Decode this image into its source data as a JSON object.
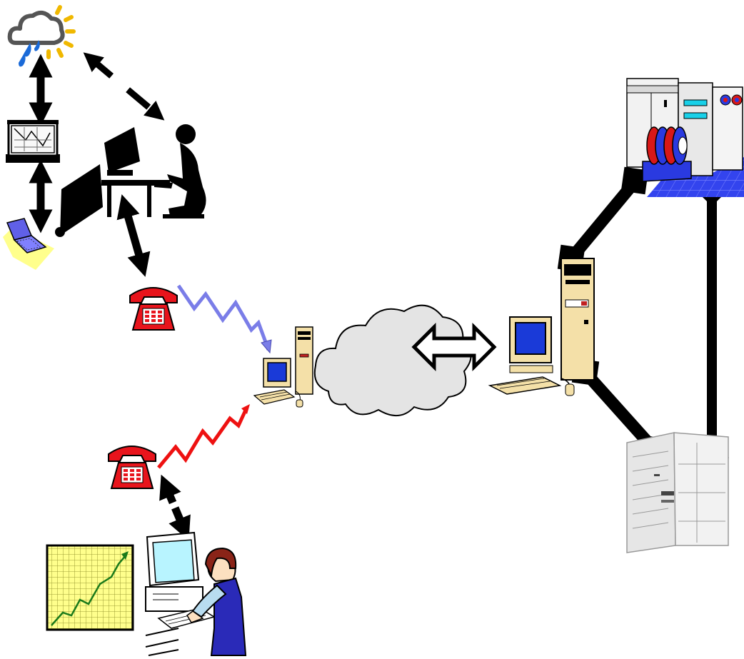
{
  "diagram": {
    "nodes": [
      {
        "id": "weather",
        "icon": "weather-icon"
      },
      {
        "id": "barograph",
        "icon": "barograph-icon"
      },
      {
        "id": "laptop",
        "icon": "laptop-icon"
      },
      {
        "id": "operator-workstation",
        "icon": "seated-operator-icon"
      },
      {
        "id": "telephone-top",
        "icon": "telephone-icon"
      },
      {
        "id": "telephone-bottom",
        "icon": "telephone-icon"
      },
      {
        "id": "trend-chart",
        "icon": "chart-icon"
      },
      {
        "id": "analyst-workstation",
        "icon": "analyst-icon"
      },
      {
        "id": "small-pc",
        "icon": "desktop-pc-icon"
      },
      {
        "id": "network-cloud",
        "icon": "cloud-icon"
      },
      {
        "id": "server-pc",
        "icon": "desktop-pc-icon"
      },
      {
        "id": "mainframe",
        "icon": "mainframe-tape-icon"
      },
      {
        "id": "server-rack",
        "icon": "server-rack-icon"
      }
    ],
    "links": [
      {
        "from": "weather",
        "to": "barograph",
        "style": "double-arrow"
      },
      {
        "from": "barograph",
        "to": "laptop",
        "style": "double-arrow"
      },
      {
        "from": "weather",
        "to": "operator-workstation",
        "style": "double-arrow"
      },
      {
        "from": "operator-workstation",
        "to": "telephone-top",
        "style": "double-arrow"
      },
      {
        "from": "telephone-top",
        "to": "small-pc",
        "style": "lightning"
      },
      {
        "from": "telephone-bottom",
        "to": "small-pc",
        "style": "lightning"
      },
      {
        "from": "telephone-bottom",
        "to": "analyst-workstation",
        "style": "double-arrow"
      },
      {
        "from": "network-cloud",
        "to": "server-pc",
        "style": "hollow-double-arrow"
      },
      {
        "from": "server-pc",
        "to": "mainframe",
        "style": "thick-line"
      },
      {
        "from": "server-pc",
        "to": "server-rack",
        "style": "thick-line"
      },
      {
        "from": "mainframe",
        "to": "server-rack",
        "style": "thick-line"
      }
    ],
    "colors": {
      "phone_red": "#e8141c",
      "lightning_blue": "#7a7de8",
      "lightning_red": "#ee1111",
      "screen_blue": "#1a3ad8",
      "screen_cyan": "#8ff0ff",
      "chart_yellow": "#ffff66",
      "cloud_gray": "#e4e4e4",
      "tape_red": "#d81818",
      "tape_blue": "#2a3ae0",
      "floor_blue": "#3344ee",
      "shirt_blue": "#2a2ab8",
      "hair_brown": "#8a2418"
    }
  }
}
